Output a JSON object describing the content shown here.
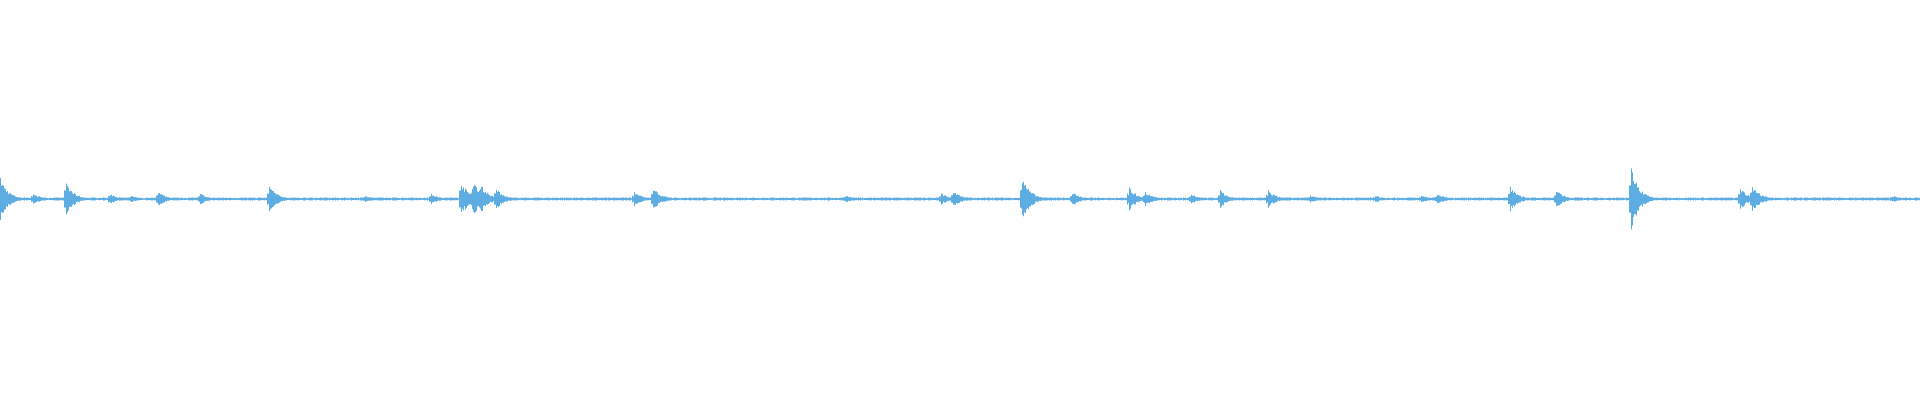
{
  "waveform": {
    "color": "#5dade2",
    "background": "#ffffff",
    "amplitude_range": [
      -1,
      1
    ],
    "peaks": [
      {
        "t": 0.0,
        "a": 0.11
      },
      {
        "t": 0.017,
        "a": 0.03
      },
      {
        "t": 0.034,
        "a": 0.09
      },
      {
        "t": 0.057,
        "a": 0.03
      },
      {
        "t": 0.068,
        "a": 0.02
      },
      {
        "t": 0.082,
        "a": 0.04
      },
      {
        "t": 0.104,
        "a": 0.03
      },
      {
        "t": 0.14,
        "a": 0.07
      },
      {
        "t": 0.19,
        "a": 0.02
      },
      {
        "t": 0.224,
        "a": 0.03
      },
      {
        "t": 0.24,
        "a": 0.09
      },
      {
        "t": 0.246,
        "a": 0.1
      },
      {
        "t": 0.25,
        "a": 0.08
      },
      {
        "t": 0.258,
        "a": 0.06
      },
      {
        "t": 0.33,
        "a": 0.04
      },
      {
        "t": 0.34,
        "a": 0.06
      },
      {
        "t": 0.44,
        "a": 0.02
      },
      {
        "t": 0.49,
        "a": 0.03
      },
      {
        "t": 0.496,
        "a": 0.05
      },
      {
        "t": 0.532,
        "a": 0.12
      },
      {
        "t": 0.558,
        "a": 0.04
      },
      {
        "t": 0.588,
        "a": 0.06
      },
      {
        "t": 0.596,
        "a": 0.04
      },
      {
        "t": 0.62,
        "a": 0.03
      },
      {
        "t": 0.635,
        "a": 0.05
      },
      {
        "t": 0.66,
        "a": 0.05
      },
      {
        "t": 0.682,
        "a": 0.02
      },
      {
        "t": 0.716,
        "a": 0.02
      },
      {
        "t": 0.74,
        "a": 0.02
      },
      {
        "t": 0.748,
        "a": 0.03
      },
      {
        "t": 0.786,
        "a": 0.07
      },
      {
        "t": 0.81,
        "a": 0.05
      },
      {
        "t": 0.849,
        "a": 0.18
      },
      {
        "t": 0.906,
        "a": 0.06
      },
      {
        "t": 0.912,
        "a": 0.08
      },
      {
        "t": 0.985,
        "a": 0.02
      }
    ]
  }
}
